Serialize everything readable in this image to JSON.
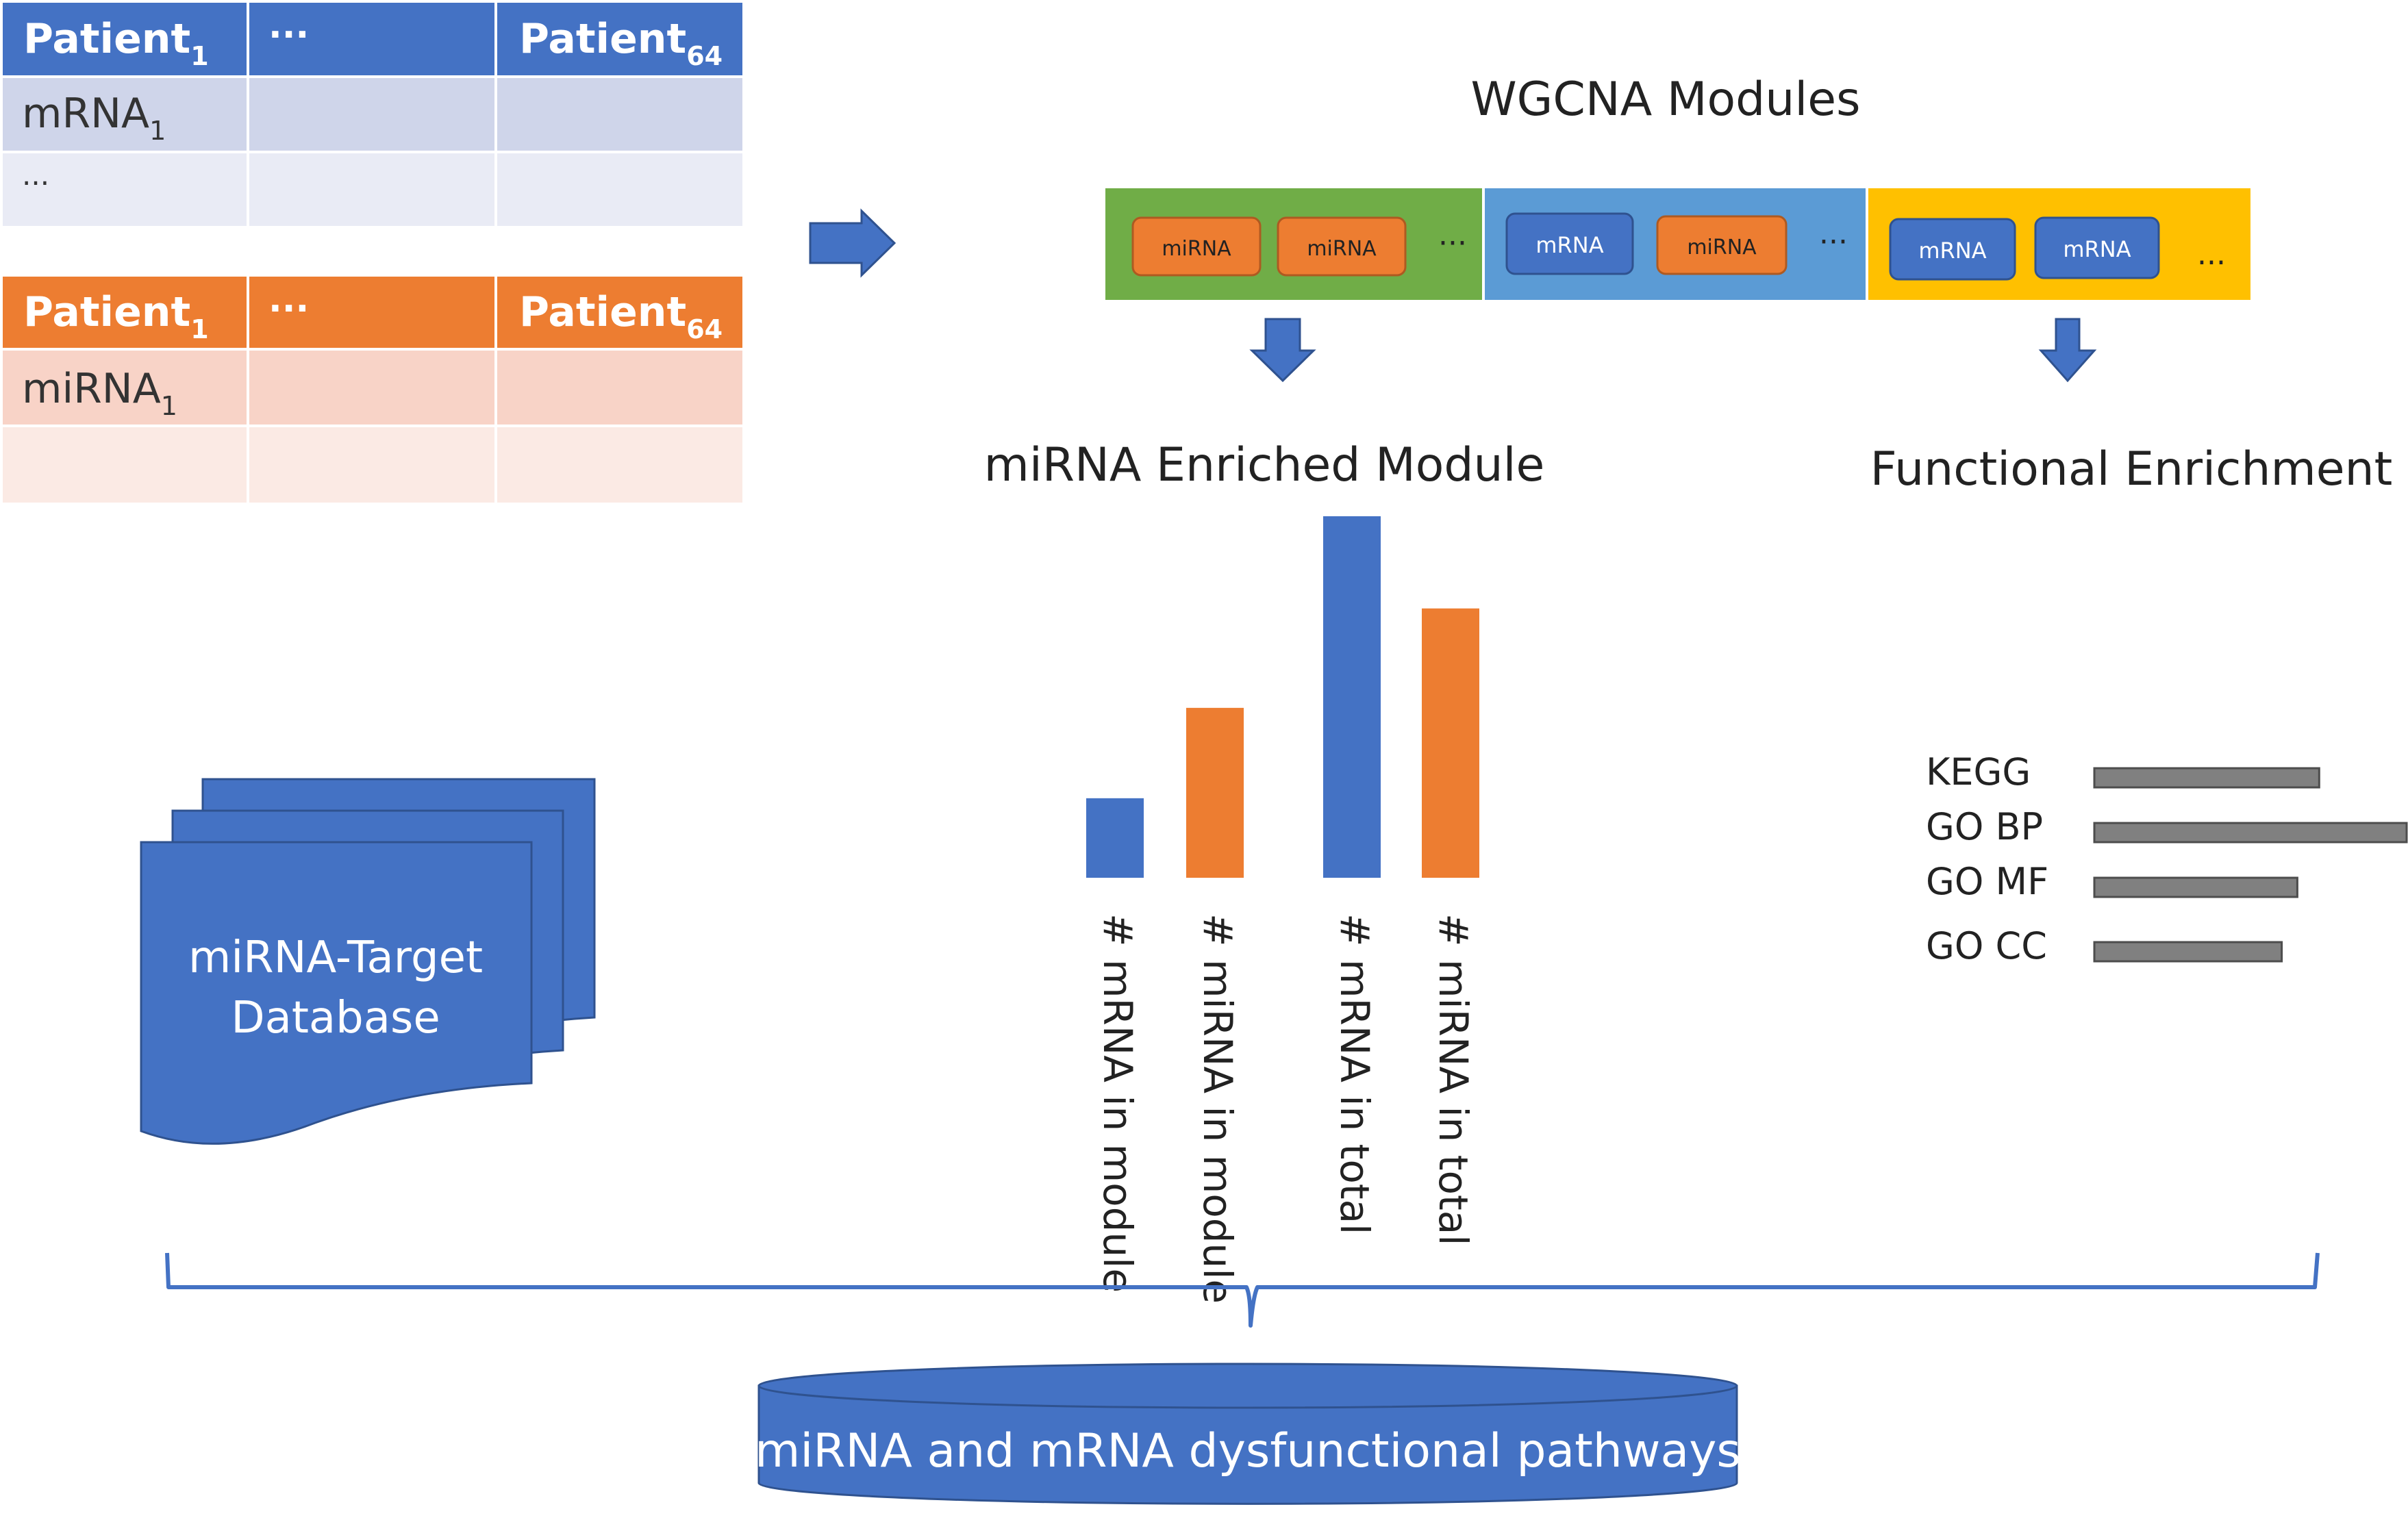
{
  "colors": {
    "blue": "#4472C4",
    "orange": "#ED7D31",
    "green": "#70AD47",
    "light_blue": "#5B9BD5",
    "yellow": "#FFC000",
    "gray": "#808080",
    "mrna_row_dark": "#CFD5EA",
    "mrna_row_light": "#E9EBF5",
    "mirna_row_dark": "#F8D3C7",
    "mirna_row_light": "#FBEAE4"
  },
  "mrna_table": {
    "headers": [
      {
        "main": "Patient",
        "sub": "1"
      },
      {
        "main": "···",
        "sub": ""
      },
      {
        "main": "Patient",
        "sub": "64"
      }
    ],
    "rows": [
      {
        "main": "mRNA",
        "sub": "1"
      },
      {
        "main": "···",
        "sub": ""
      }
    ]
  },
  "mirna_table": {
    "headers": [
      {
        "main": "Patient",
        "sub": "1"
      },
      {
        "main": "···",
        "sub": ""
      },
      {
        "main": "Patient",
        "sub": "64"
      }
    ],
    "rows": [
      {
        "main": "miRNA",
        "sub": "1"
      },
      {
        "main": "",
        "sub": ""
      }
    ]
  },
  "wgcna": {
    "title": "WGCNA Modules",
    "modules": [
      {
        "color": "green",
        "items": [
          {
            "label": "miRNA",
            "type": "mirna"
          },
          {
            "label": "miRNA",
            "type": "mirna"
          }
        ],
        "ellipsis": "···"
      },
      {
        "color": "light_blue",
        "items": [
          {
            "label": "mRNA",
            "type": "mrna"
          },
          {
            "label": "miRNA",
            "type": "mirna"
          }
        ],
        "ellipsis": "···"
      },
      {
        "color": "yellow",
        "items": [
          {
            "label": "mRNA",
            "type": "mrna"
          },
          {
            "label": "mRNA",
            "type": "mrna"
          }
        ],
        "ellipsis": "..."
      }
    ]
  },
  "enriched_module": {
    "title": "miRNA Enriched Module",
    "chart_data": {
      "type": "bar",
      "categories": [
        "# mRNA in module",
        "# miRNA in module",
        "# mRNA in total",
        "# miRNA in total"
      ],
      "values": [
        0.22,
        0.47,
        1.0,
        0.745
      ],
      "bar_colors": [
        "blue",
        "orange",
        "blue",
        "orange"
      ]
    }
  },
  "functional_enrichment": {
    "title": "Functional Enrichment",
    "chart_data": {
      "type": "bar",
      "orientation": "horizontal",
      "categories": [
        "KEGG",
        "GO BP",
        "GO MF",
        "GO CC"
      ],
      "values": [
        0.72,
        1.0,
        0.65,
        0.6
      ]
    }
  },
  "database": {
    "line1": "miRNA-Target",
    "line2": "Database"
  },
  "output": {
    "label": "miRNA and mRNA dysfunctional pathways"
  }
}
